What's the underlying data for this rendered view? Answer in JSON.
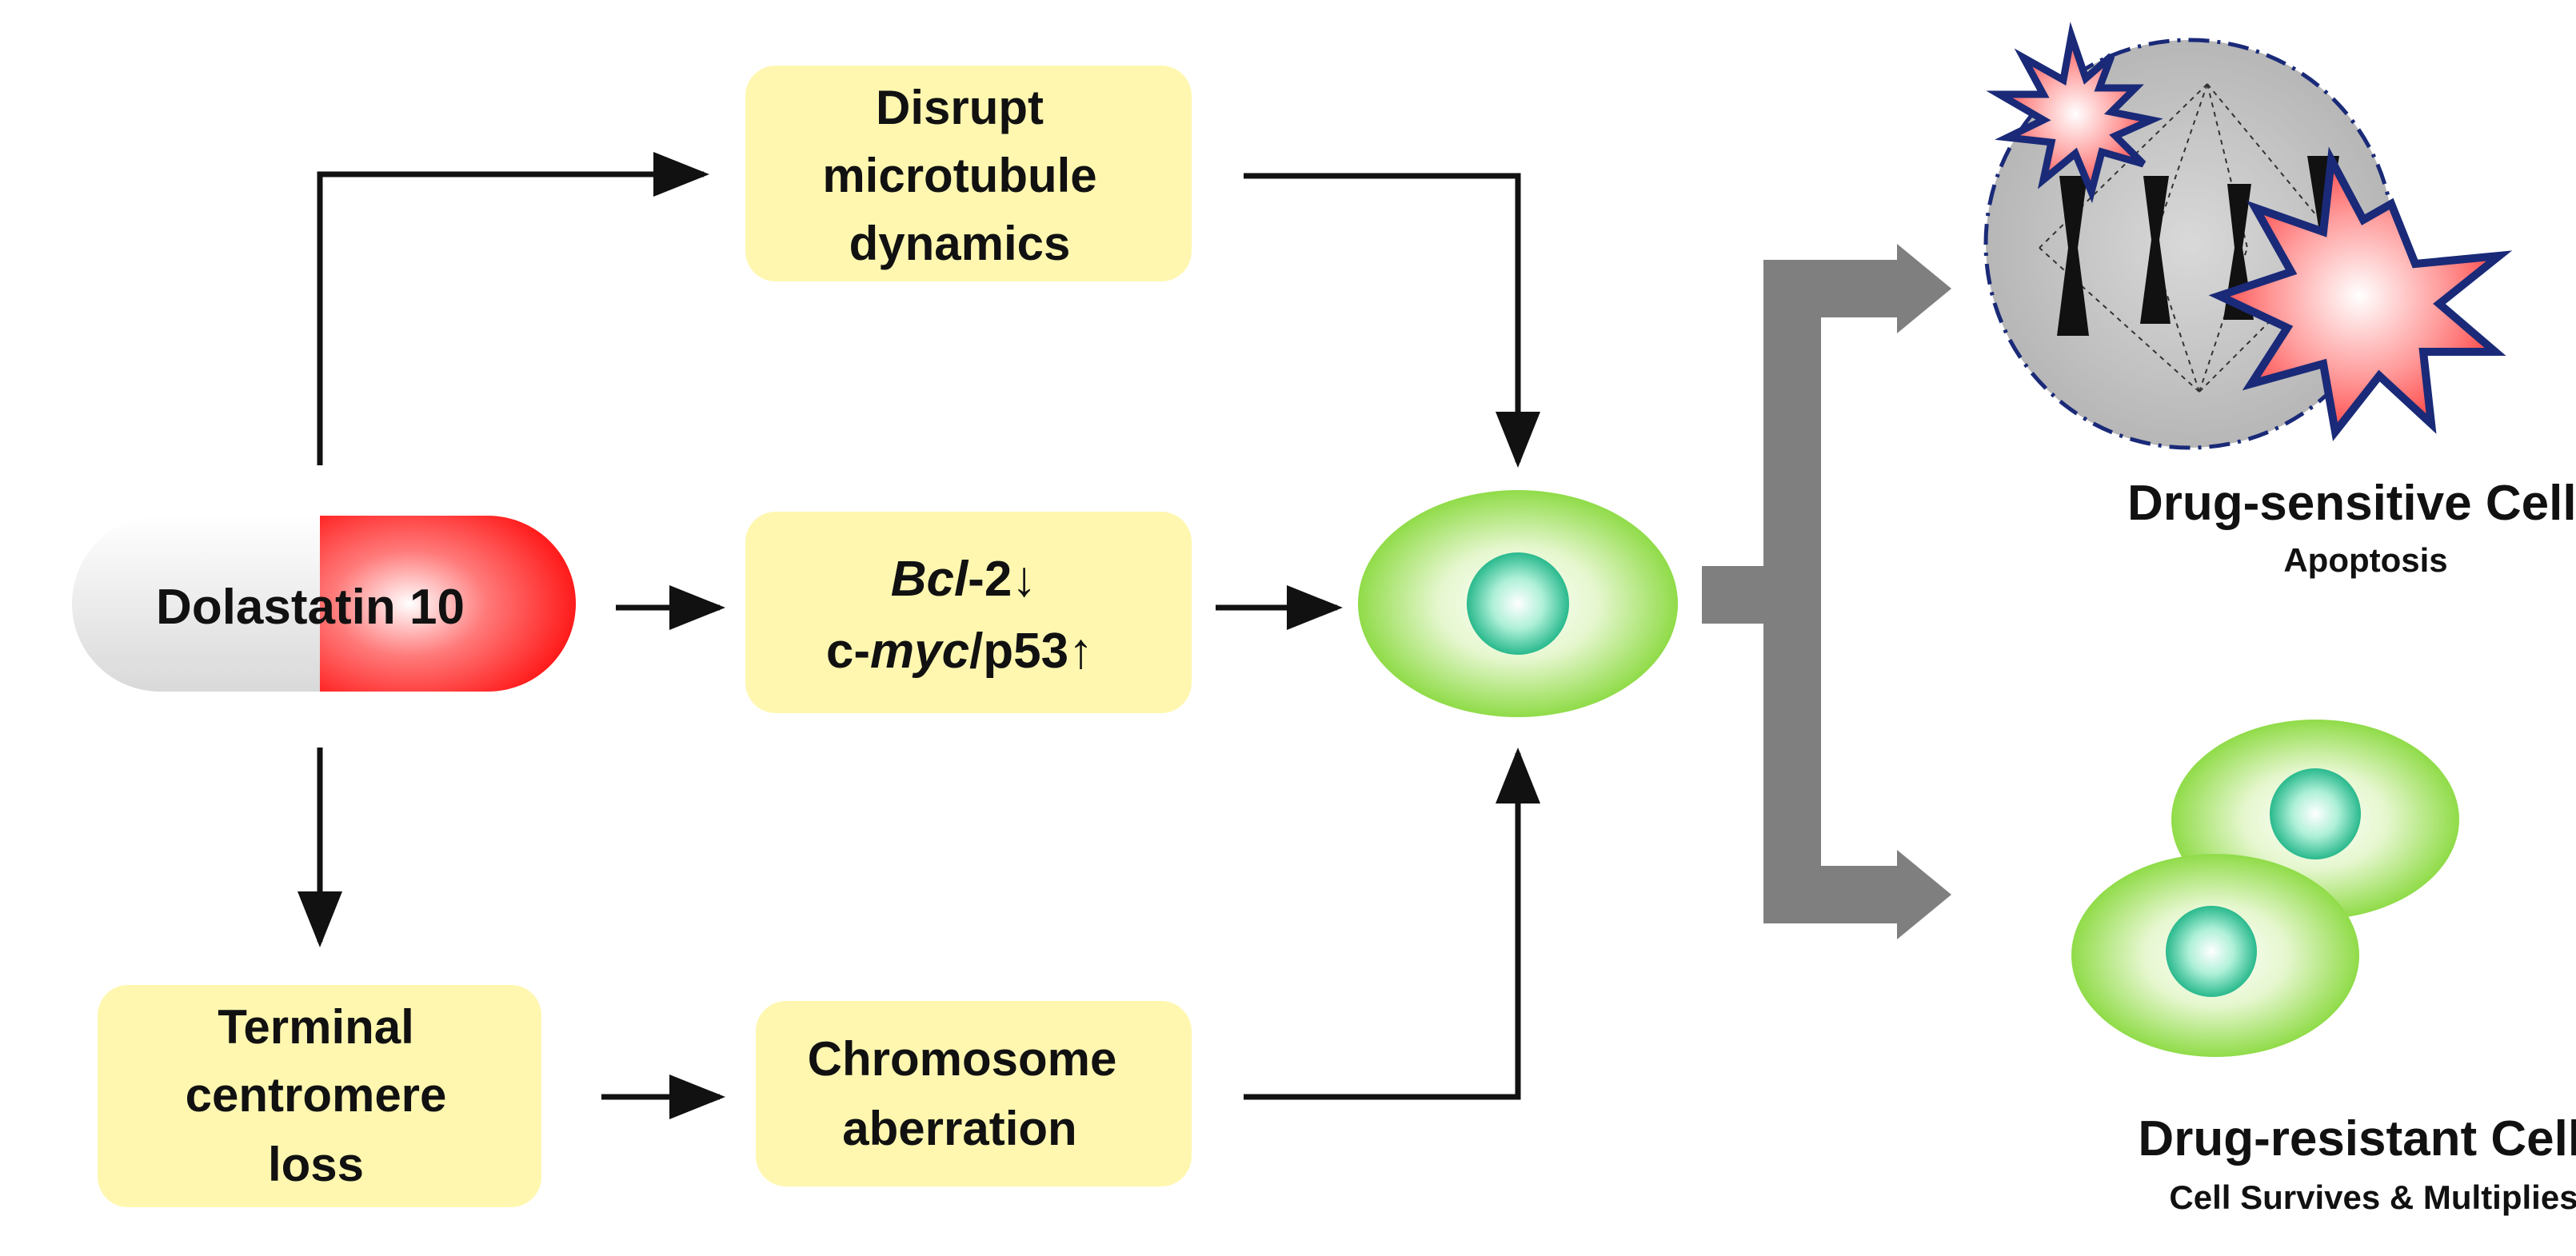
{
  "colors": {
    "box_fill": "#fff7b0",
    "arrow": "#111111",
    "fork_arrow": "#7f7f7f",
    "pill_left": "#f2f2f2",
    "pill_right": "#ff1a1a",
    "cell_green": "#7fd62e",
    "nucleus_teal": "#12b88a",
    "burst_fill": "#ff5a5a",
    "burst_outline": "#1a2a78",
    "dying_cell": "#bdbdbd"
  },
  "drug": {
    "label": "Dolastatin 10"
  },
  "boxes": {
    "microtubule": {
      "lines": [
        "Disrupt",
        "microtubule",
        "dynamics"
      ]
    },
    "bcl": {
      "line1": {
        "gene": "Bcl",
        "suffix": "-2↓"
      },
      "line2": {
        "prefix": "c-",
        "gene": "myc",
        "suffix": "/p53↑"
      }
    },
    "centromere": {
      "lines": [
        "Terminal",
        "centromere",
        "loss"
      ]
    },
    "chromosome": {
      "lines": [
        "Chromosome",
        "aberration"
      ]
    }
  },
  "outcomes": {
    "sensitive": {
      "title": "Drug-sensitive Cells",
      "subtitle": "Apoptosis"
    },
    "resistant": {
      "title": "Drug-resistant Cells",
      "subtitle": "Cell Survives & Multiplies"
    }
  }
}
